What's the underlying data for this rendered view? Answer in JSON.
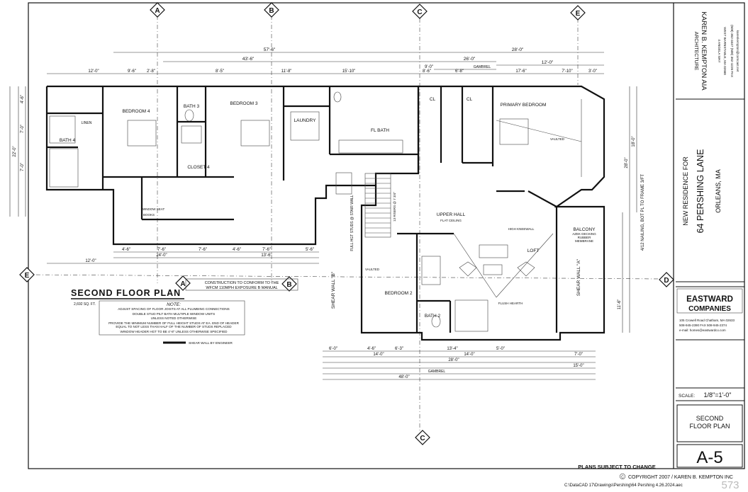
{
  "drawing": {
    "title": "SECOND FLOOR PLAN",
    "area": "2,692 SQ. FT.",
    "construction_note_1": "CONSTRUCTION TO CONFORM TO THE",
    "construction_note_2": "WFCM 110MPH EXPOSURE B MANUAL",
    "note_title": "NOTE:",
    "notes": [
      "ADJUST SPACING OF FLOOR JOISTS AT ALL PLUMBING CONNECTIONS",
      "DOUBLE STUD PILT BATH MULTIPLE WINDOW UNITS",
      "UNLESS NOTED OTHERWISE",
      "PROVIDE THE MINIMUM NUMBER OF FULL HEIGHT STUDS AT EA. END OF HEADER",
      "EQUAL TO NOT LESS THAN HALF OF THE NUMBER OF STUDS REPLACED",
      "WINDOW HEADER HGT TO BE 4'-8\" UNLESS OTHERWISE SPECIFIED"
    ],
    "legend_shear": "SHEAR WALL BY ENGINEER",
    "plans_subject": "PLANS SUBJECT TO CHANGE",
    "copyright": "COPYRIGHT 2007 / KAREN B. KEMPTON INC",
    "file_path": "C:\\DataCAD 17\\Drawings\\Pershing\\64 Pershing 4.26.2024.aec",
    "corner_stamp": "573"
  },
  "grid_bubbles": {
    "A": "A",
    "B": "B",
    "C": "C",
    "D": "D",
    "E": "E"
  },
  "rooms": {
    "bedroom4": "BEDROOM 4",
    "bedroom3": "BEDROOM 3",
    "bath4": "BATH 4",
    "bath3": "BATH 3",
    "closet4": "CLOSET 4",
    "linen": "LINEN",
    "laundry": "LAUNDRY",
    "fl_bath": "FL BATH",
    "cl1": "CL",
    "cl2": "CL",
    "primary_bedroom": "PRIMARY BEDROOM",
    "vaulted": "VAULTED",
    "upper_hall": "UPPER HALL",
    "flat_ceiling": "FLAT CEILING",
    "loft": "LOFT",
    "bedroom2": "BEDROOM 2",
    "bath2": "BATH 2",
    "balcony": "BALCONY",
    "balcony_note_1": "AZEK DECKING",
    "balcony_note_2": "RUBBER",
    "balcony_note_3": "MEMBRANE",
    "shear_wall_a": "SHEAR WALL \"A\"",
    "shear_wall_b": "SHEAR WALL \"B\"",
    "stair_wall": "FULL HGT STUDS @ STAIR WALL",
    "stairs": "13 RISERS @ 7 3/4\"",
    "high_kneewall": "HIGH KNEEWALL",
    "flush_hearth": "FLUSH HEARTH",
    "window_seat": "WINDOW SEAT",
    "books": "BOOKS",
    "vaulted_2": "VAULTED"
  },
  "dimensions": {
    "top_total_a": "57'-6\"",
    "top_total_b": "28'-0\"",
    "top_43": "43'-6\"",
    "top_26": "26'-0\"",
    "top_12_right": "12'-0\"",
    "top_12_left": "12'-0\"",
    "gambrel": "GAMBREL",
    "top_9_0": "9'-0\"",
    "top_9_6": "9'-6\"",
    "top_2_8": "2'-8\"",
    "top_8_5": "8'-5\"",
    "top_11_8": "11'-8\"",
    "top_15_10": "15'-10\"",
    "top_8_6": "8'-6\"",
    "top_6_8": "6'-8\"",
    "top_17_6": "17'-6\"",
    "top_7_10": "7'-10\"",
    "top_3_0": "3'-0\"",
    "bot_4_6a": "4'-6\"",
    "bot_7_6a": "7'-6\"",
    "bot_7_6b": "7'-6\"",
    "bot_4_6b": "4'-6\"",
    "bot_7_6c": "7'-6\"",
    "bot_5_6": "5'-6\"",
    "bot_24": "24'-0\"",
    "bot_13_6": "13'-6\"",
    "bot_12": "12'-0\"",
    "b2_6_0": "6'-0\"",
    "b2_4_6": "4'-6\"",
    "b2_6_3": "6'-3\"",
    "b2_13_4": "13'-4\"",
    "b2_5_0": "5'-0\"",
    "b2_14_0a": "14'-0\"",
    "b2_14_0b": "14'-0\"",
    "b2_7_0": "7'-0\"",
    "b2_28_0": "28'-0\"",
    "b2_15_0": "15'-0\"",
    "b2_gambrel": "GAMBREL",
    "b2_48_0": "48'-0\"",
    "left_22": "22'-0\"",
    "left_4_6": "4'-6\"",
    "left_7_0a": "7'-0\"",
    "left_7_0b": "7'-0\"",
    "right_28": "28'-0\"",
    "right_18": "18'-0\"",
    "right_11_6": "11'-6\"",
    "nailing_note": "4/12 NAILING, BOT PL TO FRAME 3/FT"
  },
  "title_block": {
    "architect_name": "KAREN B. KEMPTON AIA",
    "architect_sub": "ARCHITECTURE",
    "addr1": "4 ANGELA WAY",
    "addr2": "WEST BARNSTABLE, MA 02668",
    "phone": "(508) 362-3447  (508) 362-1226 FAX",
    "email": "karenkempton@comcast.net",
    "project_line1": "NEW RESIDENCE FOR",
    "project_line2": "64 PERSHING LANE",
    "project_line3": "ORLEANS, MA",
    "builder_name1": "EASTWARD",
    "builder_name2": "COMPANIES",
    "builder_addr1": "105 Crowell Road    Chatham, MA 02633",
    "builder_addr2": "508-945-2390        FAX 508-945-2374",
    "builder_addr3": "e-mail: homes@eastwardco.com",
    "scale_label": "SCALE:",
    "scale_value": "1/8\"=1'-0\"",
    "sheet_title1": "SECOND",
    "sheet_title2": "FLOOR PLAN",
    "sheet_number": "A-5"
  }
}
